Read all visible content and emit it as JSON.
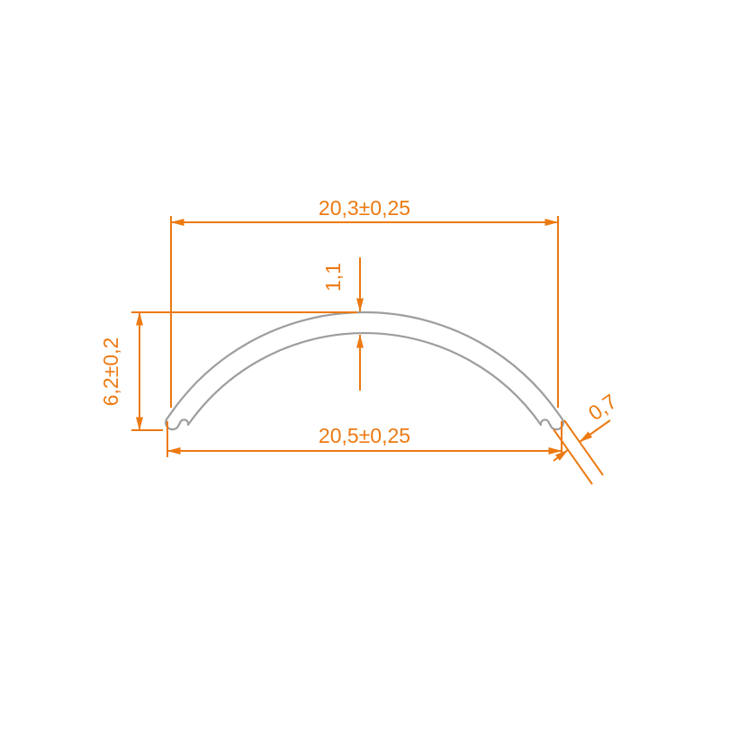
{
  "page": {
    "background": "#FFFFFF"
  },
  "drawing": {
    "colors": {
      "dimension": "#EC7A13",
      "profile_outline": "#9C9EA0"
    },
    "dimensions": {
      "top_width": "20,3±0,25",
      "bottom_width": "20,5±0,25",
      "overall_height": "6,2±0,2",
      "crown_thickness": "1,1",
      "lip_thickness": "0,7"
    }
  }
}
